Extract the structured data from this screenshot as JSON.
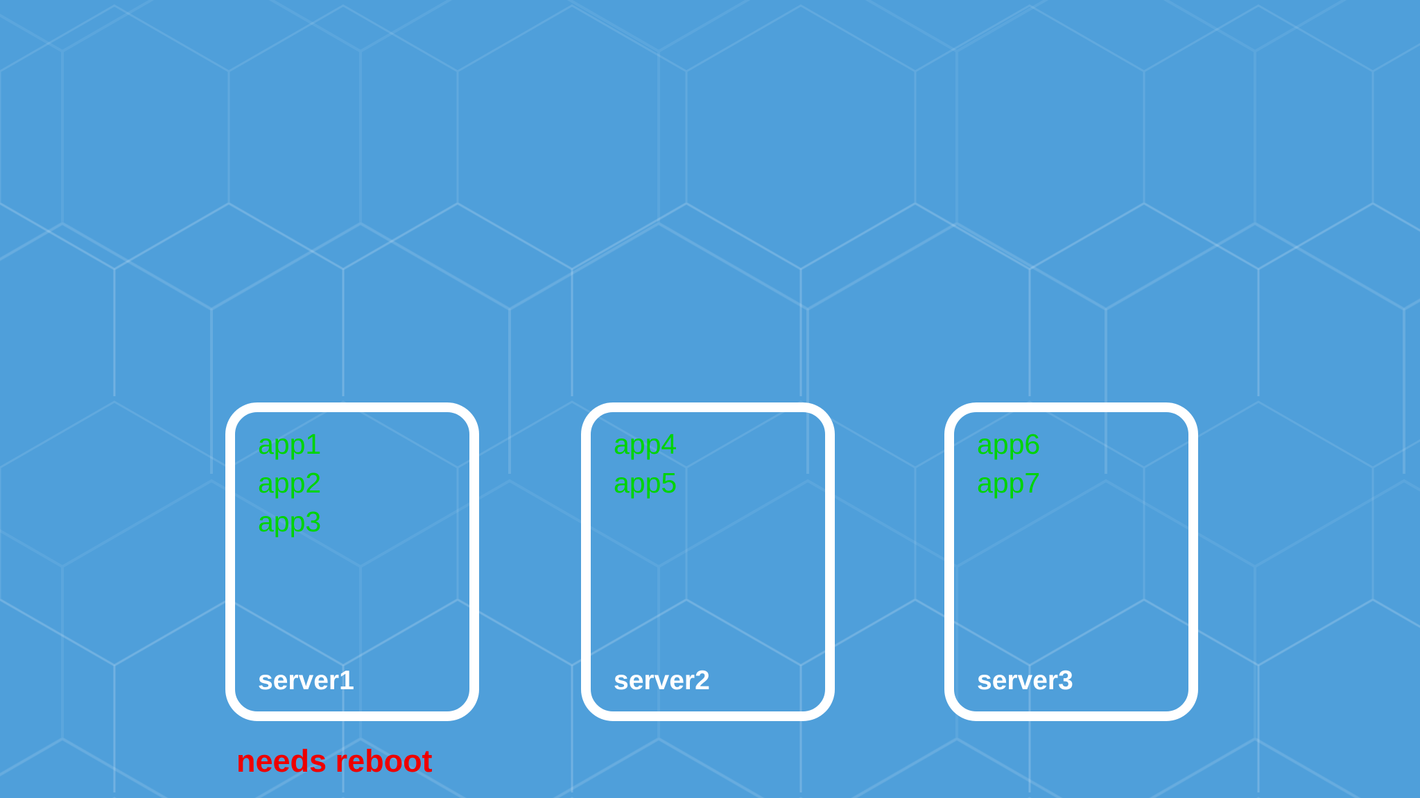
{
  "diagram": {
    "background_color": "#4f9fda",
    "pattern": "hexagon-outline-pattern",
    "box_border_color": "#ffffff",
    "app_text_color": "#00d400",
    "server_text_color": "#ffffff",
    "annotation_color": "#ee0000"
  },
  "servers": [
    {
      "name": "server1",
      "apps": [
        {
          "label": "app1"
        },
        {
          "label": "app2"
        },
        {
          "label": "app3"
        }
      ]
    },
    {
      "name": "server2",
      "apps": [
        {
          "label": "app4"
        },
        {
          "label": "app5"
        }
      ]
    },
    {
      "name": "server3",
      "apps": [
        {
          "label": "app6"
        },
        {
          "label": "app7"
        }
      ]
    }
  ],
  "annotations": [
    {
      "text": "needs reboot",
      "target": "server1"
    }
  ]
}
